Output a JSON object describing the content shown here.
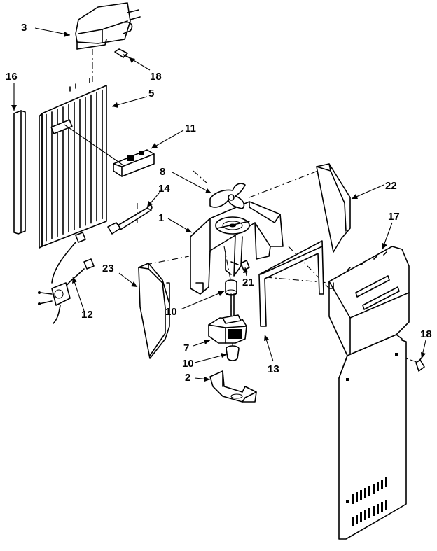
{
  "callouts": {
    "part_1": "1",
    "part_2": "2",
    "part_3": "3",
    "part_5": "5",
    "part_7": "7",
    "part_8": "8",
    "part_10a": "10",
    "part_10b": "10",
    "part_11": "11",
    "part_12": "12",
    "part_13": "13",
    "part_14": "14",
    "part_16": "16",
    "part_17": "17",
    "part_18a": "18",
    "part_18b": "18",
    "part_21": "21",
    "part_22": "22",
    "part_23": "23"
  }
}
